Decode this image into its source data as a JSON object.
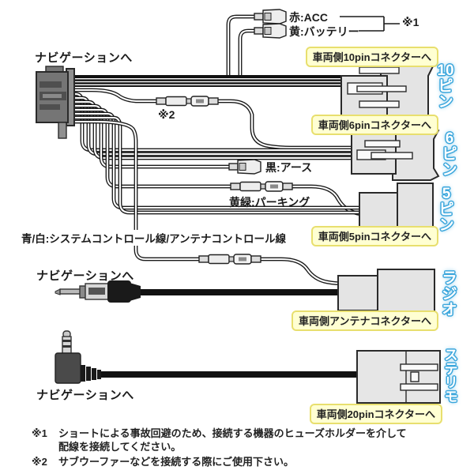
{
  "labels": {
    "nav_top": "ナビゲーションへ",
    "nav_antenna": "ナビゲーションへ",
    "nav_steering": "ナビゲーションへ",
    "acc": "赤:ACC",
    "battery": "黄:バッテリー",
    "ground": "黒:アース",
    "parking": "黄緑:パーキング",
    "system_control": "青/白:システムコントロール線/アンテナコントロール線",
    "ref1": "※1",
    "ref2": "※2"
  },
  "connectors": {
    "pin10": {
      "label": "車両側10pinコネクターへ",
      "badge": "10ピン"
    },
    "pin6": {
      "label": "車両側6pinコネクターへ",
      "badge": "6ピン"
    },
    "pin5": {
      "label": "車両側5pinコネクターへ",
      "badge": "5ピン"
    },
    "antenna": {
      "label": "車両側アンテナコネクターへ",
      "badge": "ラジオ"
    },
    "pin20": {
      "label": "車両側20pinコネクターへ",
      "badge": "ステリモ"
    }
  },
  "footnotes": [
    {
      "ref": "※1",
      "text": "ショートによる事故回避のため、接続する機器のヒューズホルダーを介して",
      "text2": "配線を接続してください。"
    },
    {
      "ref": "※2",
      "text": "サブウーファーなどを接続する際にご使用下さい。",
      "text2": ""
    }
  ],
  "colors": {
    "badge_blue": "#3aa6dc",
    "label_bg": "#ffffd2",
    "label_border": "#e8df6e",
    "wire": "#1a1a1a"
  }
}
